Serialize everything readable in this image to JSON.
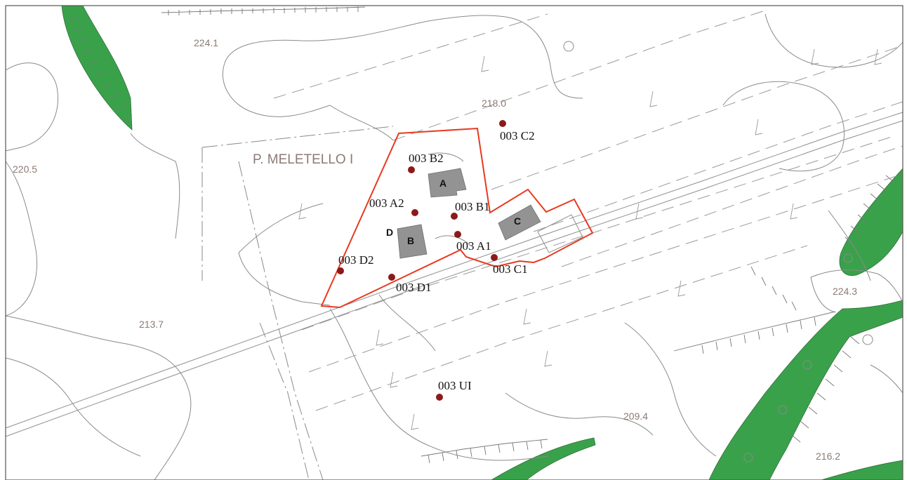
{
  "map": {
    "site_name": "P. MELETELLO I",
    "elevations": [
      {
        "id": "e1",
        "label": "224.1"
      },
      {
        "id": "e2",
        "label": "218.0"
      },
      {
        "id": "e3",
        "label": "220.5"
      },
      {
        "id": "e4",
        "label": "213.7"
      },
      {
        "id": "e5",
        "label": "224.3"
      },
      {
        "id": "e6",
        "label": "209.4"
      },
      {
        "id": "e7",
        "label": "216.2"
      }
    ],
    "sample_points": [
      {
        "id": "c2",
        "label": "003 C2"
      },
      {
        "id": "b2",
        "label": "003 B2"
      },
      {
        "id": "a2",
        "label": "003 A2"
      },
      {
        "id": "b1",
        "label": "003 B1"
      },
      {
        "id": "a1",
        "label": "003 A1"
      },
      {
        "id": "d2",
        "label": "003 D2"
      },
      {
        "id": "c1",
        "label": "003 C1"
      },
      {
        "id": "d1",
        "label": "003 D1"
      },
      {
        "id": "ui",
        "label": "003 UI"
      }
    ],
    "buildings": [
      {
        "id": "a",
        "label": "A"
      },
      {
        "id": "b",
        "label": "B"
      },
      {
        "id": "c",
        "label": "C"
      },
      {
        "id": "d",
        "label": "D"
      }
    ],
    "colors": {
      "boundary": "#e8391f",
      "vegetation": "#3aa14b",
      "building": "#939393",
      "sample_point": "#8b1a1a",
      "elevation_text": "#8c7b74",
      "site_name_text": "#8c7b74"
    }
  }
}
